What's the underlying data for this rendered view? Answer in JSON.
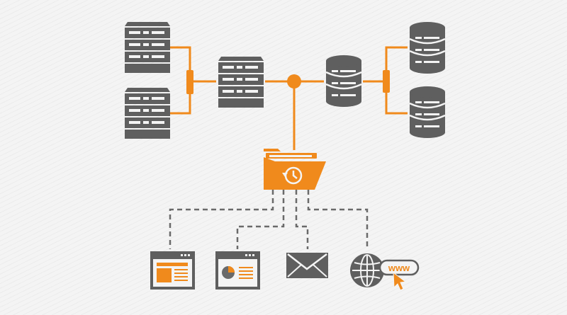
{
  "colors": {
    "accent": "#f08a1c",
    "device": "#5f5f5f",
    "slot_light": "#f4f4f4",
    "background": "#f4f4f4"
  },
  "diagram": {
    "nodes": [
      {
        "id": "server-top-left",
        "icon": "server-rack-icon"
      },
      {
        "id": "server-bottom-left",
        "icon": "server-rack-icon"
      },
      {
        "id": "server-center",
        "icon": "server-rack-icon"
      },
      {
        "id": "database-center",
        "icon": "database-icon"
      },
      {
        "id": "database-top-right",
        "icon": "database-icon"
      },
      {
        "id": "database-bottom-right",
        "icon": "database-icon"
      },
      {
        "id": "backup-folder",
        "icon": "folder-history-icon"
      },
      {
        "id": "web-page",
        "icon": "web-page-layout-icon"
      },
      {
        "id": "report-window",
        "icon": "report-chart-window-icon"
      },
      {
        "id": "email",
        "icon": "envelope-icon"
      },
      {
        "id": "website",
        "icon": "globe-www-icon"
      }
    ],
    "www_label": "www"
  }
}
